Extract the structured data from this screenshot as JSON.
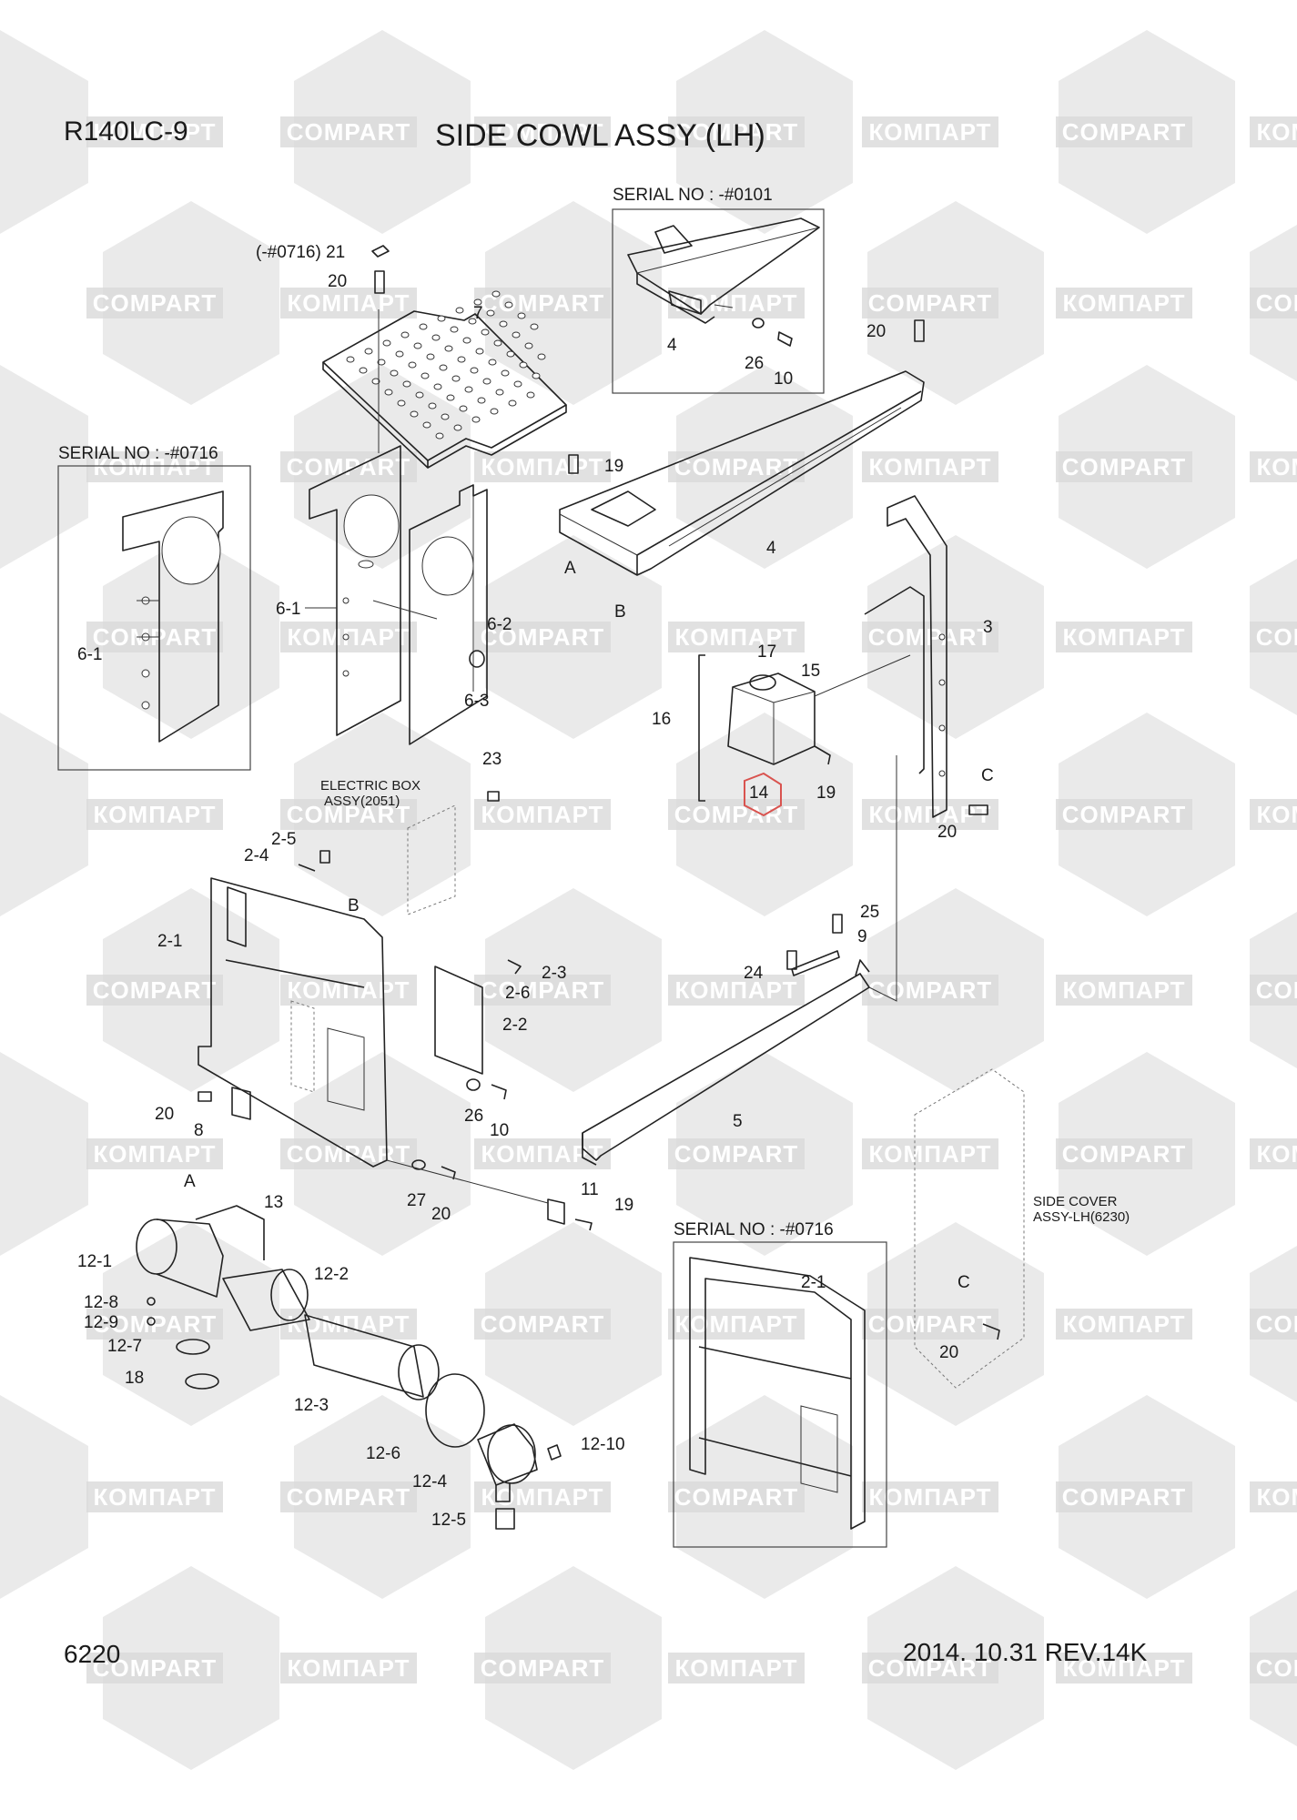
{
  "header": {
    "model": "R140LC-9",
    "title": "SIDE COWL ASSY (LH)"
  },
  "footer": {
    "page_number": "6220",
    "revision": "2014. 10.31  REV.14K"
  },
  "watermark": {
    "latin": "COMPART",
    "cyrillic": "КОМПАРТ",
    "color": "#d9d9d9"
  },
  "notes": {
    "serial_top": "SERIAL NO : -#0101",
    "serial_left": "SERIAL NO : -#0716",
    "serial_bottom": "SERIAL NO : -#0716",
    "electric_box_1": "ELECTRIC BOX",
    "electric_box_2": "ASSY(2051)",
    "side_cover_1": "SIDE COVER",
    "side_cover_2": "ASSY-LH(6230)"
  },
  "callouts": {
    "p21": "(-#0716) 21",
    "p20a": "20",
    "p7": "7",
    "p4a": "4",
    "p26a": "26",
    "p10a": "10",
    "p20b": "20",
    "p19a": "19",
    "pA1": "A",
    "p4b": "4",
    "pB1": "B",
    "p6_1a": "6-1",
    "p6_1b": "6-1",
    "p6_2": "6-2",
    "p6_3": "6-3",
    "p3": "3",
    "p17": "17",
    "p15": "15",
    "p16": "16",
    "p14": "14",
    "p19b": "19",
    "pC1": "C",
    "p20c": "20",
    "p23": "23",
    "p2_5": "2-5",
    "p2_4": "2-4",
    "pB2": "B",
    "p2_1a": "2-1",
    "p2_3": "2-3",
    "p2_6": "2-6",
    "p2_2": "2-2",
    "p25": "25",
    "p9": "9",
    "p24": "24",
    "p20d": "20",
    "p8": "8",
    "p26b": "26",
    "p10b": "10",
    "p5": "5",
    "p27": "27",
    "p20e": "20",
    "p11": "11",
    "p19c": "19",
    "pA2": "A",
    "p13": "13",
    "p12_1": "12-1",
    "p12_2": "12-2",
    "p12_8": "12-8",
    "p12_9": "12-9",
    "p12_7": "12-7",
    "p18": "18",
    "p12_3": "12-3",
    "p12_6": "12-6",
    "p12_4": "12-4",
    "p12_10": "12-10",
    "p12_5": "12-5",
    "p2_1b": "2-1",
    "pC2": "C",
    "p20f": "20"
  }
}
